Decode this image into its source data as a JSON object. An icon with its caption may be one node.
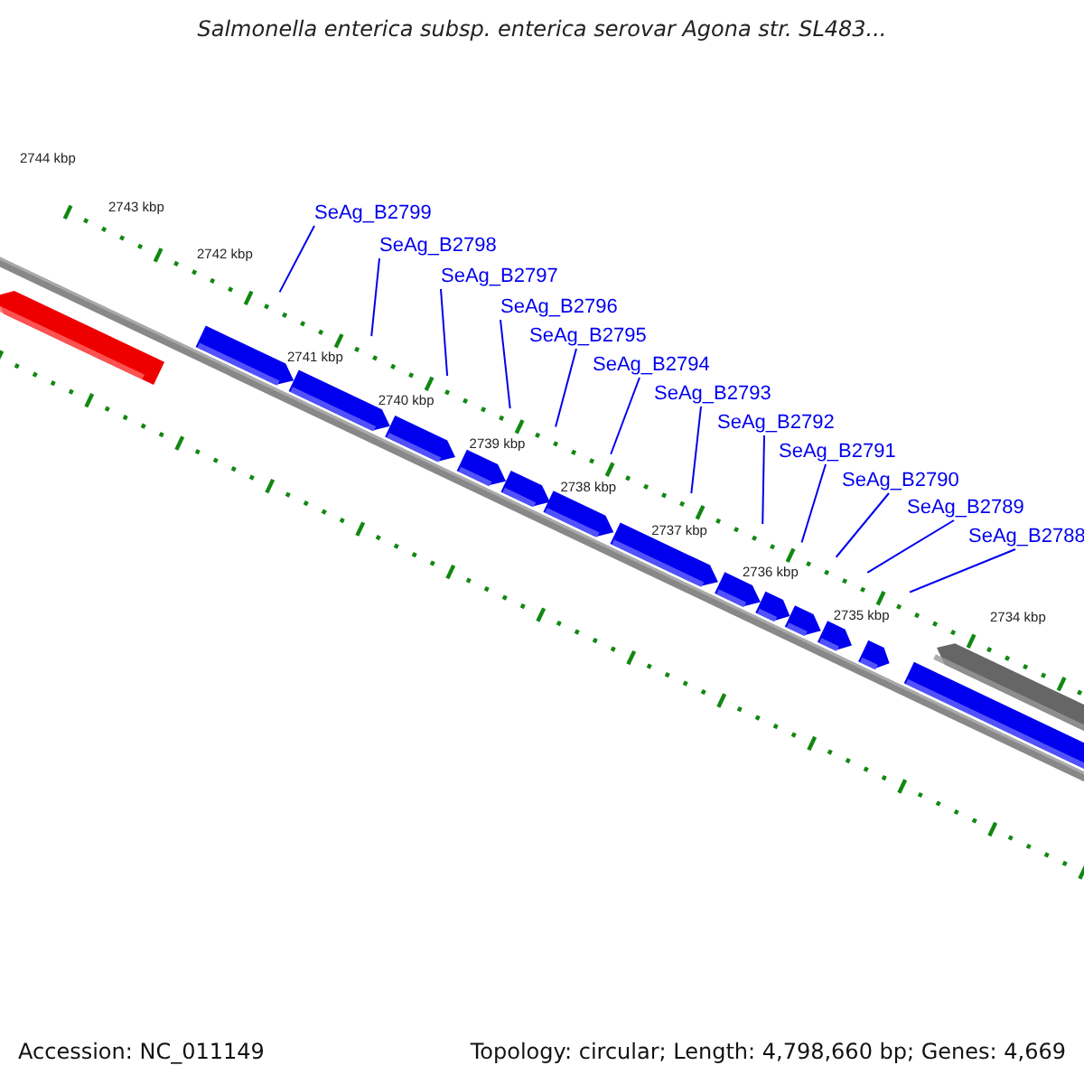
{
  "diagram": {
    "title": "Salmonella enterica subsp. enterica serovar Agona str. SL483...",
    "nodes": [
      {
        "text": [
          "SeAg_B2799"
        ]
      },
      {
        "text": [
          "SeAg_B2798"
        ]
      },
      {
        "text": [
          "SeAg_B2797"
        ]
      },
      {
        "text": [
          "SeAg_B2796"
        ]
      },
      {
        "text": [
          "SeAg_B2795"
        ]
      },
      {
        "text": [
          "SeAg_B2794"
        ]
      },
      {
        "text": [
          "SeAg_B2793"
        ]
      },
      {
        "text": [
          "SeAg_B2792"
        ]
      },
      {
        "text": [
          "SeAg_B2791"
        ]
      },
      {
        "text": [
          "SeAg_B2790"
        ]
      },
      {
        "text": [
          "SeAg_B2789"
        ]
      },
      {
        "text": [
          "SeAg_B2788"
        ]
      }
    ],
    "edges": [
      {
        "from": 0,
        "to": null,
        "arrow": "none"
      },
      {
        "from": 1,
        "to": null,
        "arrow": "none"
      },
      {
        "from": 2,
        "to": null,
        "arrow": "none"
      },
      {
        "from": 3,
        "to": null,
        "arrow": "none"
      },
      {
        "from": 4,
        "to": null,
        "arrow": "none"
      },
      {
        "from": 5,
        "to": null,
        "arrow": "none"
      },
      {
        "from": 6,
        "to": null,
        "arrow": "none"
      },
      {
        "from": 7,
        "to": null,
        "arrow": "none"
      },
      {
        "from": 8,
        "to": null,
        "arrow": "none"
      },
      {
        "from": 9,
        "to": null,
        "arrow": "none"
      },
      {
        "from": 10,
        "to": null,
        "arrow": "none"
      },
      {
        "from": 11,
        "to": null,
        "arrow": "none"
      }
    ],
    "labels": [
      "2744 kbp",
      "2743 kbp",
      "2742 kbp",
      "2741 kbp",
      "2740 kbp",
      "2739 kbp",
      "2738 kbp",
      "2737 kbp",
      "2736 kbp",
      "2735 kbp",
      "2734 kbp",
      "Accession: NC_011149",
      "Topology: circular; Length: 4,798,660 bp; Genes: 4,669"
    ]
  }
}
